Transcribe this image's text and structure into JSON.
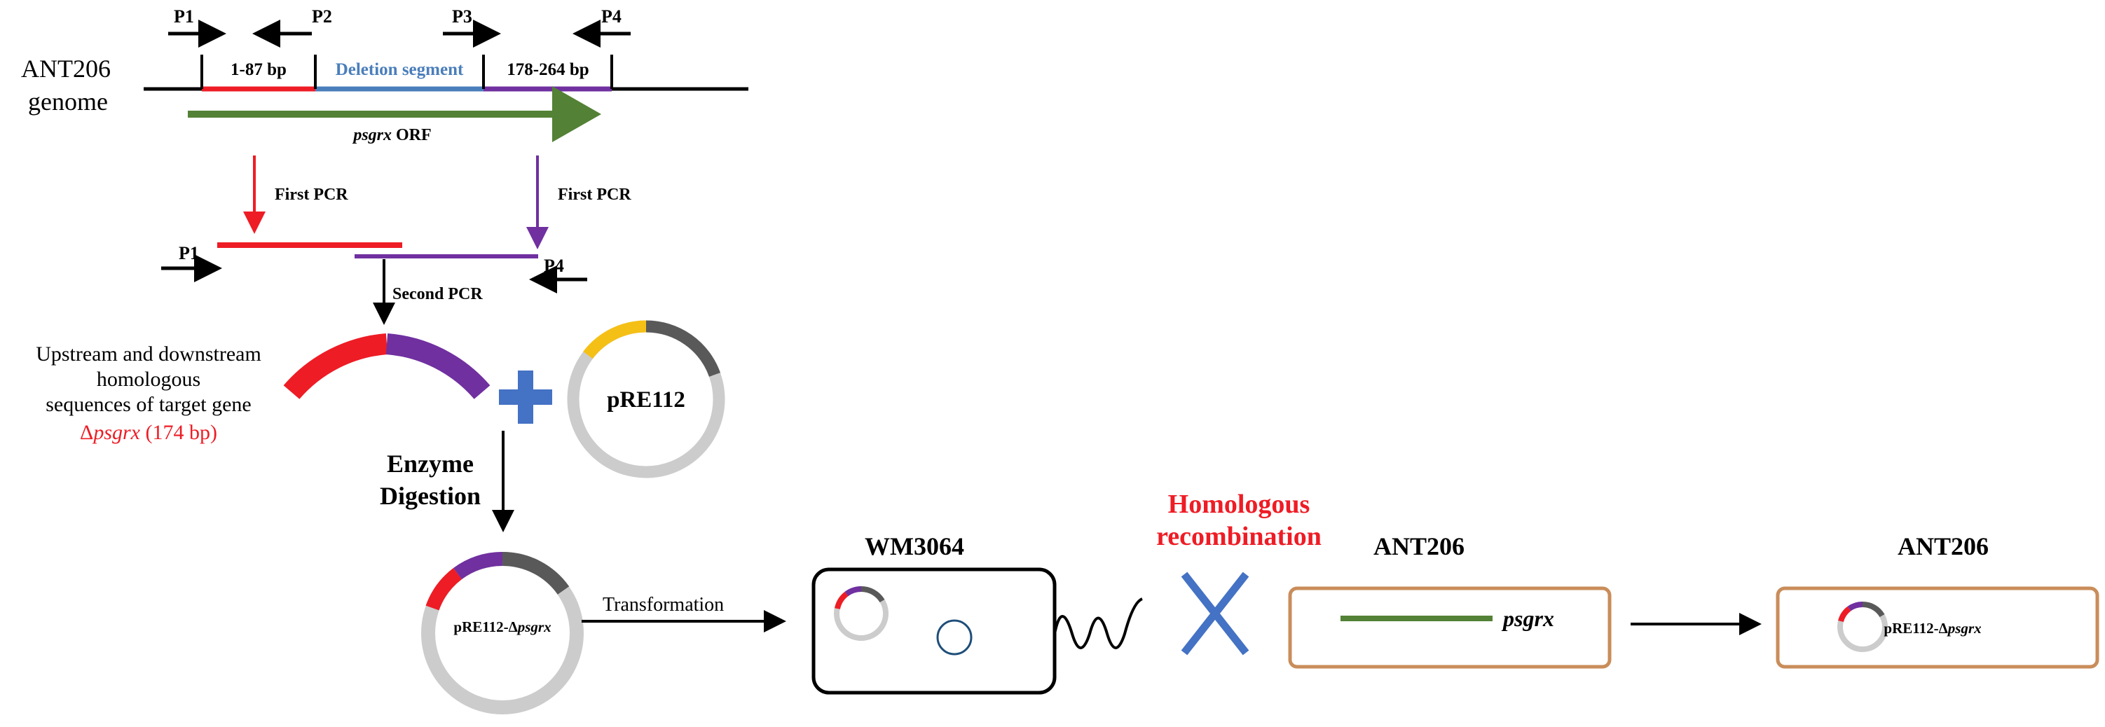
{
  "primers": {
    "p1": "P1",
    "p2": "P2",
    "p3": "P3",
    "p4": "P4"
  },
  "genome": {
    "name_line1": "ANT206",
    "name_line2": "genome",
    "seg1": "1-87 bp",
    "seg_deletion": "Deletion segment",
    "seg3": "178-264 bp",
    "orf_gene": "psgrx",
    "orf_suffix": " ORF"
  },
  "pcr": {
    "first_left": "First PCR",
    "first_right": "First PCR",
    "second": "Second PCR"
  },
  "homologous": {
    "line1": "Upstream and downstream",
    "line2": "homologous",
    "line3": "sequences of target gene",
    "delta_symbol": "Δ",
    "delta_gene": "psgrx",
    "delta_size": " (174 bp)"
  },
  "plasmid": {
    "name": "pRE112",
    "construct_prefix": "pRE112-Δ",
    "construct_gene": "psgrx"
  },
  "enzyme": {
    "line1": "Enzyme",
    "line2": "Digestion"
  },
  "transformation": "Transformation",
  "donor": "WM3064",
  "recombination": {
    "line1": "Homologous",
    "line2": "recombination"
  },
  "recipient": "ANT206",
  "recipient_gene": "psgrx",
  "final": "ANT206",
  "colors": {
    "red": "#ee1c25",
    "purple": "#7030a0",
    "blue_text": "#4a7ebb",
    "green": "#538135",
    "gold": "#f5c016",
    "dark": "#595959",
    "gray": "#cccccc",
    "cross": "#4472c4",
    "cell_border": "#c98d5a",
    "plasmid_blue": "#1f4e79"
  }
}
